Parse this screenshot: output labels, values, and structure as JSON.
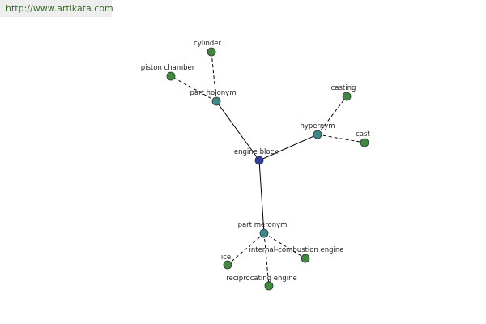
{
  "banner": {
    "url_text": "http://www.artikata.com"
  },
  "colors": {
    "leaf": "#3f8a3f",
    "relation": "#3a8a8a",
    "center": "#3040a0",
    "edge": "#000000"
  },
  "graph": {
    "center": "engine block",
    "relations": [
      {
        "label": "part holonym",
        "terms": [
          "cylinder",
          "piston chamber"
        ]
      },
      {
        "label": "hypernym",
        "terms": [
          "casting",
          "cast"
        ]
      },
      {
        "label": "part meronym",
        "terms": [
          "ice",
          "internal-combustion engine",
          "reciprocating engine"
        ]
      }
    ]
  }
}
